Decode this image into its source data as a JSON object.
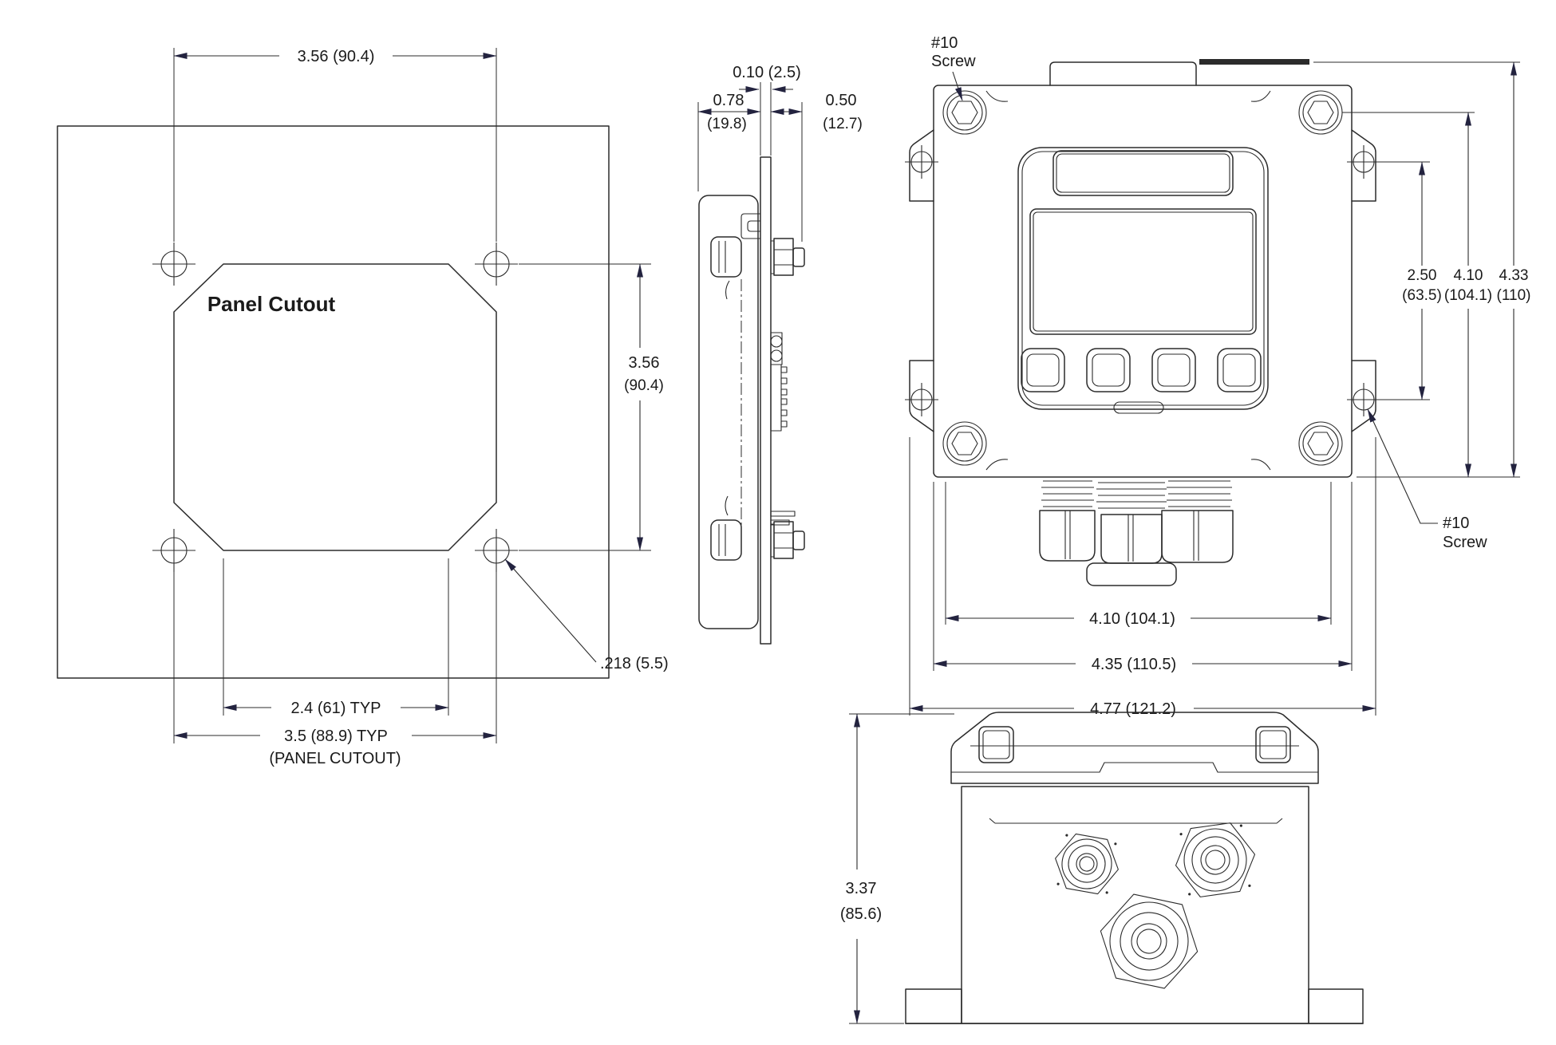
{
  "views": {
    "panel_cutout": {
      "title": "Panel Cutout",
      "dim_width_top": "3.56 (90.4)",
      "dim_height_value": "3.56",
      "dim_height_mm": "(90.4)",
      "dim_inner_typ": "2.4 (61) TYP",
      "dim_cutout_typ": "3.5 (88.9) TYP",
      "dim_cutout_note": "(PANEL CUTOUT)",
      "dim_hole": ".218 (5.5)"
    },
    "side_view": {
      "dim_panel_thickness": "0.10 (2.5)",
      "dim_front_value": "0.78",
      "dim_front_mm": "(19.8)",
      "dim_rear_value": "0.50",
      "dim_rear_mm": "(12.7)"
    },
    "front_view": {
      "screw_top_line1": "#10",
      "screw_top_line2": "Screw",
      "screw_bottom_line1": "#10",
      "screw_bottom_line2": "Screw",
      "dim_col1_value": "2.50",
      "dim_col1_mm": "(63.5)",
      "dim_col2_value": "4.10",
      "dim_col2_mm": "(104.1)",
      "dim_col3_value": "4.33",
      "dim_col3_mm": "(110)",
      "dim_bottom1": "4.10 (104.1)",
      "dim_bottom2": "4.35 (110.5)",
      "dim_bottom3": "4.77 (121.2)"
    },
    "bottom_view": {
      "dim_height_value": "3.37",
      "dim_height_mm": "(85.6)"
    }
  },
  "colors": {
    "line": "#2b2b2b",
    "arrow": "#23233f",
    "text": "#1a1a1a",
    "background": "#ffffff"
  }
}
